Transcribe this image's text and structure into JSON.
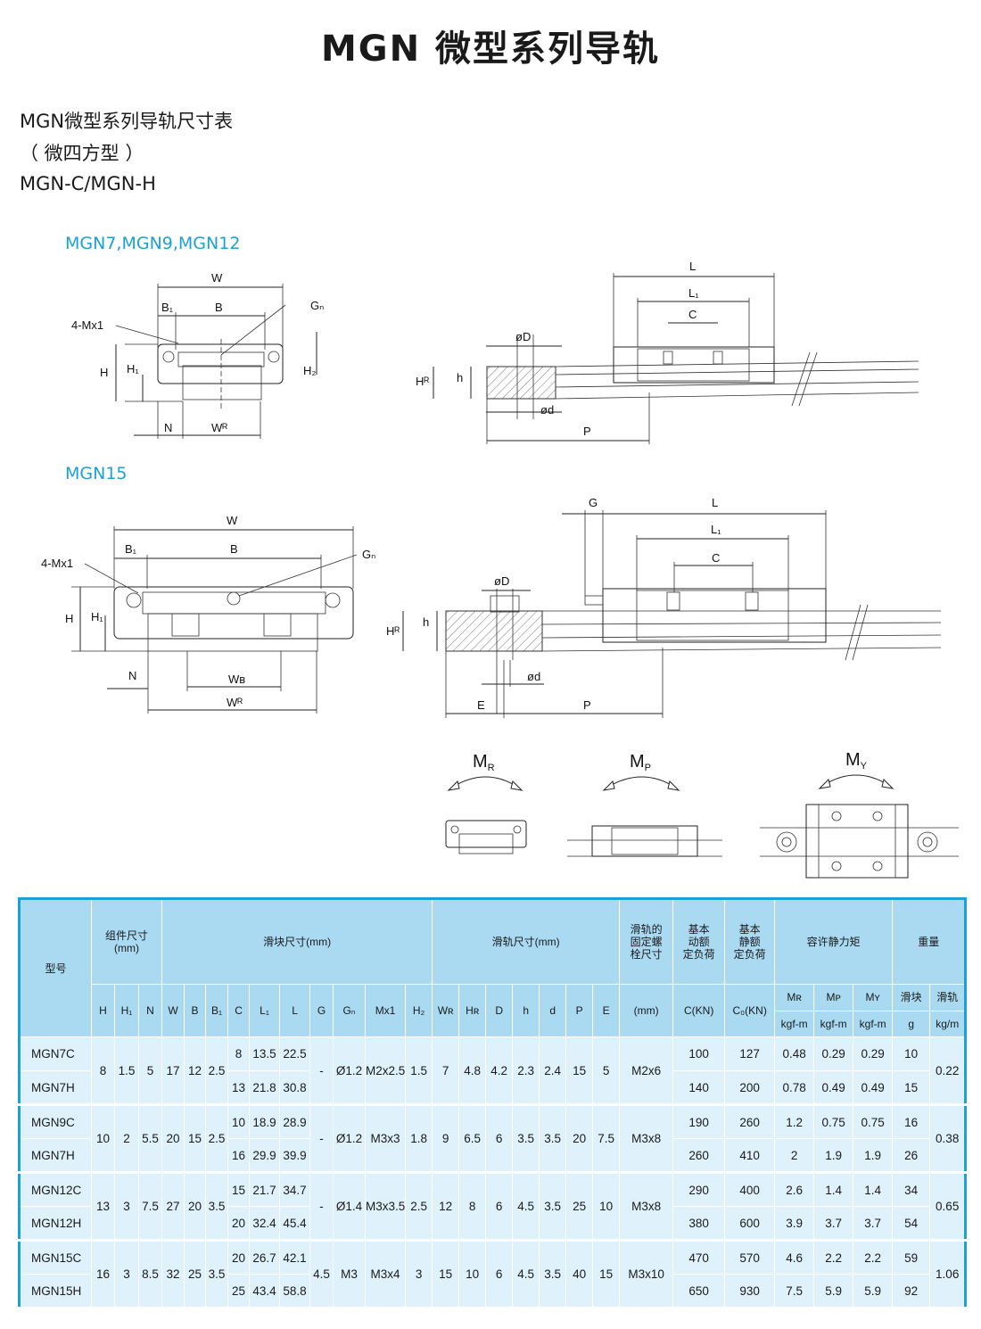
{
  "title": "MGN  微型系列导轨",
  "subtitles": [
    "MGN微型系列导轨尺寸表",
    "（ 微四方型 ）",
    "MGN-C/MGN-H"
  ],
  "figure_labels": {
    "small_series": "MGN7,MGN9,MGN12",
    "mgn15": "MGN15"
  },
  "dims": {
    "W": "W",
    "B": "B",
    "B1": "B₁",
    "Gn": "Gₙ",
    "M": "4-Mx1",
    "H": "H",
    "H1": "H₁",
    "H2": "H₂",
    "N": "N",
    "WR": "Wᴿ",
    "WB": "Wʙ",
    "L": "L",
    "L1": "L₁",
    "C": "C",
    "D": "øD",
    "d": "ød",
    "P": "P",
    "E": "E",
    "G": "G",
    "HR": "Hᴿ",
    "h": "h"
  },
  "moments": {
    "MR": "M",
    "MR_sub": "R",
    "MP": "M",
    "MP_sub": "P",
    "MY": "M",
    "MY_sub": "Y"
  },
  "table": {
    "h_model": "型号",
    "h_assembly": "组件尺寸\n(mm)",
    "h_block": "滑块尺寸(mm)",
    "h_rail": "滑轨尺寸(mm)",
    "h_bolt": "滑轨的\n固定螺\n栓尺寸",
    "h_dyn": "基本\n动额\n定负荷",
    "h_stat": "基本\n静额\n定负荷",
    "h_moment": "容许静力矩",
    "h_weight": "重量",
    "h_mr": "Mʀ",
    "h_mp": "Mᴘ",
    "h_my": "Mʏ",
    "h_wblock": "滑块",
    "h_wrail": "滑轨",
    "cols": [
      "H",
      "H₁",
      "N",
      "W",
      "B",
      "B₁",
      "C",
      "L₁",
      "L",
      "G",
      "Gₙ",
      "Mx1",
      "H₂",
      "Wʀ",
      "Hʀ",
      "D",
      "h",
      "d",
      "P",
      "E"
    ],
    "unit_bolt": "(mm)",
    "unit_c": "C(KN)",
    "unit_c0": "C₀(KN)",
    "unit_mr": "kgf-m",
    "unit_mp": "kgf-m",
    "unit_my": "kgf-m",
    "unit_g": "g",
    "unit_kgm": "kg/m",
    "groups": [
      {
        "shared": {
          "H": "8",
          "H1": "1.5",
          "N": "5",
          "W": "17",
          "B": "12",
          "B1": "2.5",
          "G": "-",
          "Gn": "Ø1.2",
          "M": "M2x2.5",
          "H2": "1.5",
          "WR": "7",
          "HR": "4.8",
          "D": "4.2",
          "h": "2.3",
          "d": "2.4",
          "P": "15",
          "E": "5",
          "bolt": "M2x6",
          "rail": "0.22"
        },
        "rows": [
          {
            "model": "MGN7C",
            "C": "8",
            "L1": "13.5",
            "L": "22.5",
            "dyn": "100",
            "stat": "127",
            "mr": "0.48",
            "mp": "0.29",
            "my": "0.29",
            "wb": "10"
          },
          {
            "model": "MGN7H",
            "C": "13",
            "L1": "21.8",
            "L": "30.8",
            "dyn": "140",
            "stat": "200",
            "mr": "0.78",
            "mp": "0.49",
            "my": "0.49",
            "wb": "15"
          }
        ]
      },
      {
        "shared": {
          "H": "10",
          "H1": "2",
          "N": "5.5",
          "W": "20",
          "B": "15",
          "B1": "2.5",
          "G": "-",
          "Gn": "Ø1.2",
          "M": "M3x3",
          "H2": "1.8",
          "WR": "9",
          "HR": "6.5",
          "D": "6",
          "h": "3.5",
          "d": "3.5",
          "P": "20",
          "E": "7.5",
          "bolt": "M3x8",
          "rail": "0.38"
        },
        "rows": [
          {
            "model": "MGN9C",
            "C": "10",
            "L1": "18.9",
            "L": "28.9",
            "dyn": "190",
            "stat": "260",
            "mr": "1.2",
            "mp": "0.75",
            "my": "0.75",
            "wb": "16"
          },
          {
            "model": "MGN7H",
            "C": "16",
            "L1": "29.9",
            "L": "39.9",
            "dyn": "260",
            "stat": "410",
            "mr": "2",
            "mp": "1.9",
            "my": "1.9",
            "wb": "26"
          }
        ]
      },
      {
        "shared": {
          "H": "13",
          "H1": "3",
          "N": "7.5",
          "W": "27",
          "B": "20",
          "B1": "3.5",
          "G": "-",
          "Gn": "Ø1.4",
          "M": "M3x3.5",
          "H2": "2.5",
          "WR": "12",
          "HR": "8",
          "D": "6",
          "h": "4.5",
          "d": "3.5",
          "P": "25",
          "E": "10",
          "bolt": "M3x8",
          "rail": "0.65"
        },
        "rows": [
          {
            "model": "MGN12C",
            "C": "15",
            "L1": "21.7",
            "L": "34.7",
            "dyn": "290",
            "stat": "400",
            "mr": "2.6",
            "mp": "1.4",
            "my": "1.4",
            "wb": "34"
          },
          {
            "model": "MGN12H",
            "C": "20",
            "L1": "32.4",
            "L": "45.4",
            "dyn": "380",
            "stat": "600",
            "mr": "3.9",
            "mp": "3.7",
            "my": "3.7",
            "wb": "54"
          }
        ]
      },
      {
        "shared": {
          "H": "16",
          "H1": "3",
          "N": "8.5",
          "W": "32",
          "B": "25",
          "B1": "3.5",
          "G": "4.5",
          "Gn": "M3",
          "M": "M3x4",
          "H2": "3",
          "WR": "15",
          "HR": "10",
          "D": "6",
          "h": "4.5",
          "d": "3.5",
          "P": "40",
          "E": "15",
          "bolt": "M3x10",
          "rail": "1.06"
        },
        "rows": [
          {
            "model": "MGN15C",
            "C": "20",
            "L1": "26.7",
            "L": "42.1",
            "dyn": "470",
            "stat": "570",
            "mr": "4.6",
            "mp": "2.2",
            "my": "2.2",
            "wb": "59"
          },
          {
            "model": "MGN15H",
            "C": "25",
            "L1": "43.4",
            "L": "58.8",
            "dyn": "650",
            "stat": "930",
            "mr": "7.5",
            "mp": "5.9",
            "my": "5.9",
            "wb": "92"
          }
        ]
      }
    ]
  }
}
